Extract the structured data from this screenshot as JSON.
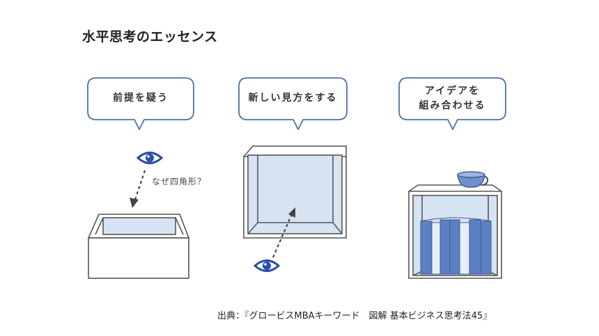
{
  "title": "水平思考のエッセンス",
  "panels": [
    {
      "bubble": "前提を疑う",
      "annotation": "なぜ四角形？"
    },
    {
      "bubble": "新しい見方をする"
    },
    {
      "bubble_line1": "アイデアを",
      "bubble_line2": "組み合わせる"
    }
  ],
  "source": "出典：『グロービスMBAキーワード　図解 基本ビジネス思考法45』",
  "colors": {
    "bubble_stroke": "#4f6eab",
    "box_stroke": "#555555",
    "light_blue": "#d6e3f3",
    "accent_blue": "#5b80c6",
    "eye": "#2b4ea6"
  }
}
